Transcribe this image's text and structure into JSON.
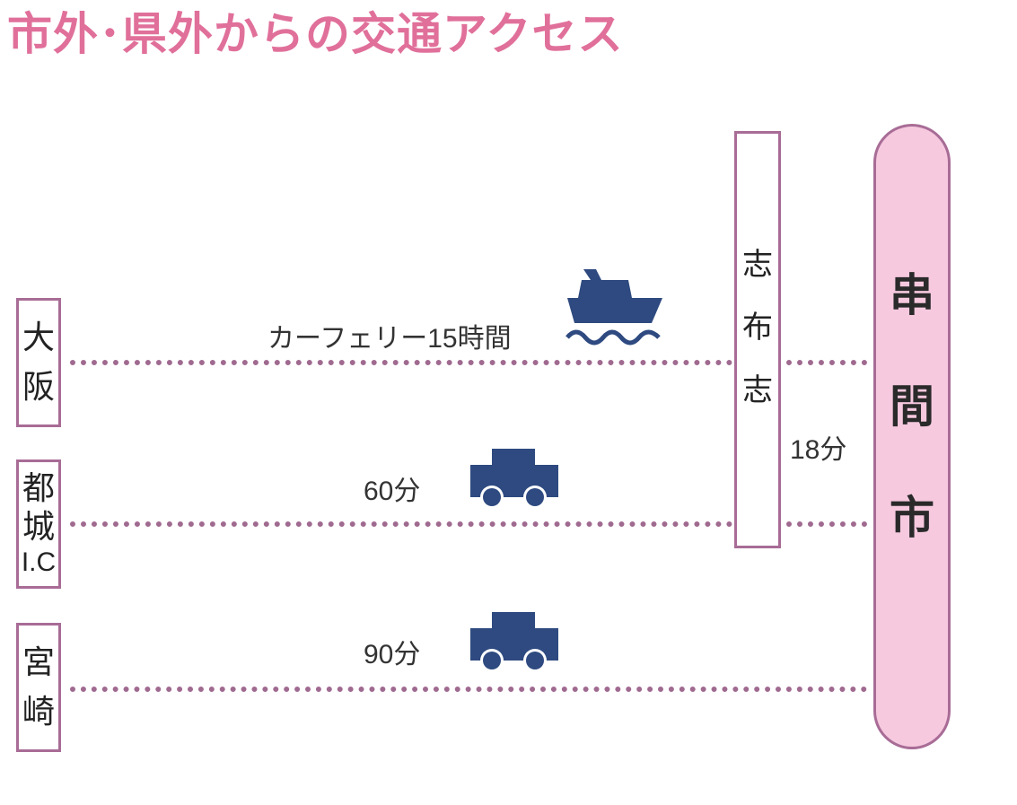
{
  "title": "市外･県外からの交通アクセス",
  "origins": [
    {
      "name": "osaka",
      "lines": [
        "大",
        "阪"
      ]
    },
    {
      "name": "miyakonojo-ic",
      "lines": [
        "都",
        "城",
        "I.C"
      ]
    },
    {
      "name": "miyazaki",
      "lines": [
        "宮",
        "崎"
      ]
    }
  ],
  "hub": {
    "lines": [
      "志",
      "布",
      "志"
    ]
  },
  "destination": {
    "lines": [
      "串",
      "間",
      "市"
    ]
  },
  "routes": {
    "ferry": {
      "label": "カーフェリー15時間",
      "icon": "ship-icon"
    },
    "miyakonojo": {
      "label": "60分",
      "icon": "car-icon"
    },
    "miyazaki": {
      "label": "90分",
      "icon": "car-icon"
    },
    "shibushi_to_kushima": {
      "label": "18分"
    }
  },
  "colors": {
    "title": "#e0709a",
    "border": "#a86c96",
    "dots": "#a06a90",
    "destination_fill": "#f6c9df",
    "icon": "#2e4a80"
  }
}
